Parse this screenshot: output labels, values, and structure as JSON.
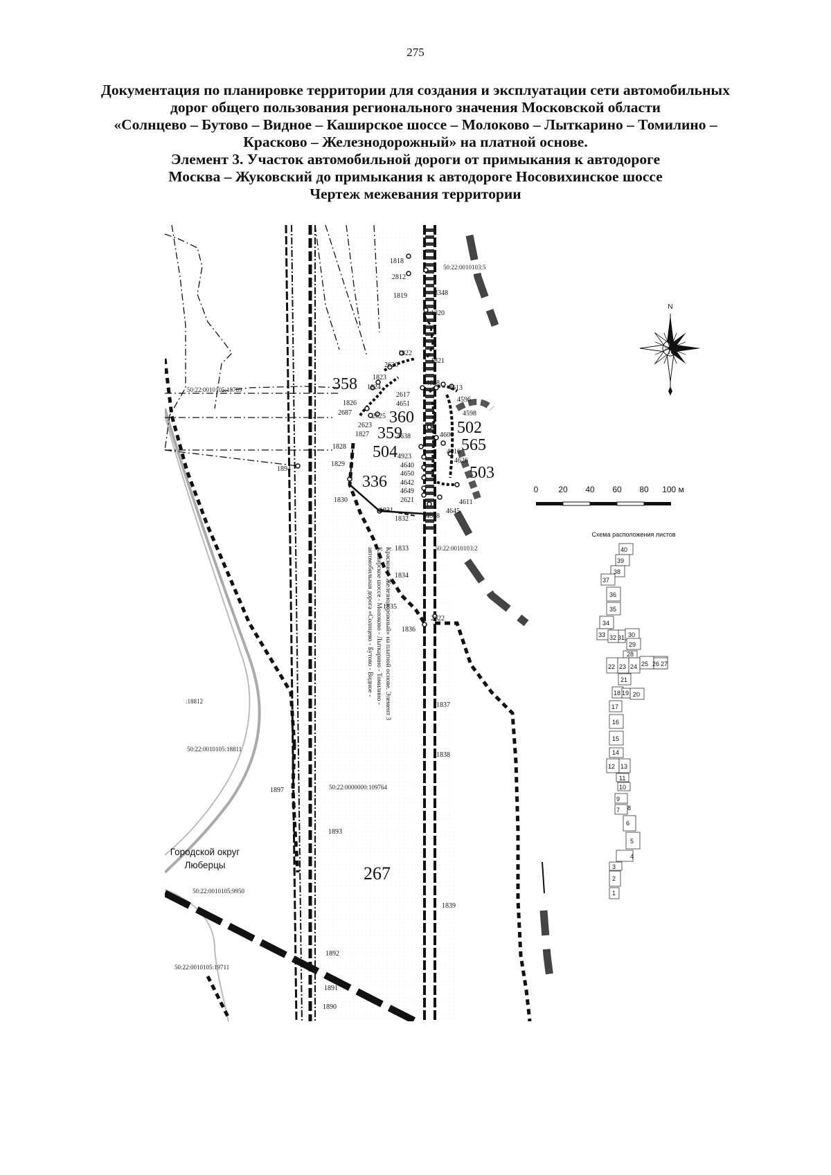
{
  "page_number": "275",
  "title_lines": [
    "Документация по планировке территории для создания и эксплуатации сети автомобильных",
    "дорог общего пользования регионального значения Московской области",
    "«Солнцево – Бутово – Видное – Каширское шоссе – Молоково – Лыткарино – Томилино –",
    "Красково – Железнодорожный» на платной основе.",
    "Элемент 3. Участок автомобильной дороги от примыкания к автодороге",
    "Москва – Жуковский до примыкания к автодороге Носовихинское шоссе",
    "Чертеж межевания территории"
  ],
  "map": {
    "cadastral_labels": {
      "c1": "50:22:0010105:18789",
      "c2": "50:22:0010103:5",
      "c3": "50:22:0010103:2",
      "c4": ":18812",
      "c5": "50:22:0010105:18811",
      "c6": "50:22:0000000:109764",
      "c7": "50:22:0010105:9950",
      "c8": "50:22:0010105:19711"
    },
    "parcel_numbers": {
      "p358": "358",
      "p360": "360",
      "p359": "359",
      "p504": "504",
      "p336": "336",
      "p502": "502",
      "p565": "565",
      "p503": "503",
      "p267": "267"
    },
    "district_label": [
      "Городской округ",
      "Люберцы"
    ],
    "road_label_lines": [
      "автомобильная дорога «Солнцево - Бутово - Видное -",
      "Каширское шоссе - Молоково - Лыткарино - Томилино -",
      "Красково - Железнодорожный» на платной основе. Элемент 3"
    ],
    "points": {
      "n1818": "1818",
      "n2812": "2812",
      "n1819": "1819",
      "n3348": "3348",
      "n1820": "1820",
      "n1822": "1822",
      "n1821": "1821",
      "n2620": "2620",
      "n1823": "1823",
      "n1824": "1824",
      "n2617": "2617",
      "n4651": "4651",
      "n4628": "4628",
      "n4613": "4613",
      "n4596": "4596",
      "n4598": "4598",
      "n1826": "1826",
      "n2687": "2687",
      "n2625": "2625",
      "n2623": "2623",
      "n1827": "1827",
      "n4638": "4638",
      "n4600": "4600",
      "n1828": "1828",
      "n4923": "4923",
      "n4616": "4616",
      "n4626": "4626",
      "n1829": "1829",
      "n4640": "4640",
      "n4650": "4650",
      "n4642": "4642",
      "n4649": "4649",
      "n2621": "2621",
      "n4611": "4611",
      "n4645": "4645",
      "n4648": "4648",
      "n1830": "1830",
      "n1831": "1831",
      "n1832": "1832",
      "n1894": "1894",
      "n1833": "1833",
      "n1834": "1834",
      "n1835": "1835",
      "n2622": "2622",
      "n1836": "1836",
      "n1837": "1837",
      "n1838": "1838",
      "n1897": "1897",
      "n1893": "1893",
      "n1839": "1839",
      "n1892": "1892",
      "n1891": "1891",
      "n1890": "1890"
    }
  },
  "compass": {
    "north_label": "N"
  },
  "scale_bar": {
    "ticks": [
      "0",
      "20",
      "40",
      "60",
      "80",
      "100 м"
    ]
  },
  "sheet_scheme": {
    "title": "Схема расположения листов",
    "sheets": [
      "40",
      "39",
      "38",
      "37",
      "36",
      "35",
      "34",
      "33",
      "32",
      "31",
      "30",
      "29",
      "28",
      "22",
      "23",
      "24",
      "25",
      "26",
      "27",
      "21",
      "18",
      "19",
      "20",
      "17",
      "16",
      "15",
      "14",
      "12",
      "13",
      "11",
      "10",
      "9",
      "8",
      "7",
      "6",
      "5",
      "4",
      "3",
      "2",
      "1"
    ]
  },
  "colors": {
    "line": "#111111",
    "district_boundary": "#a8a8a8",
    "road_band": "#333333"
  }
}
